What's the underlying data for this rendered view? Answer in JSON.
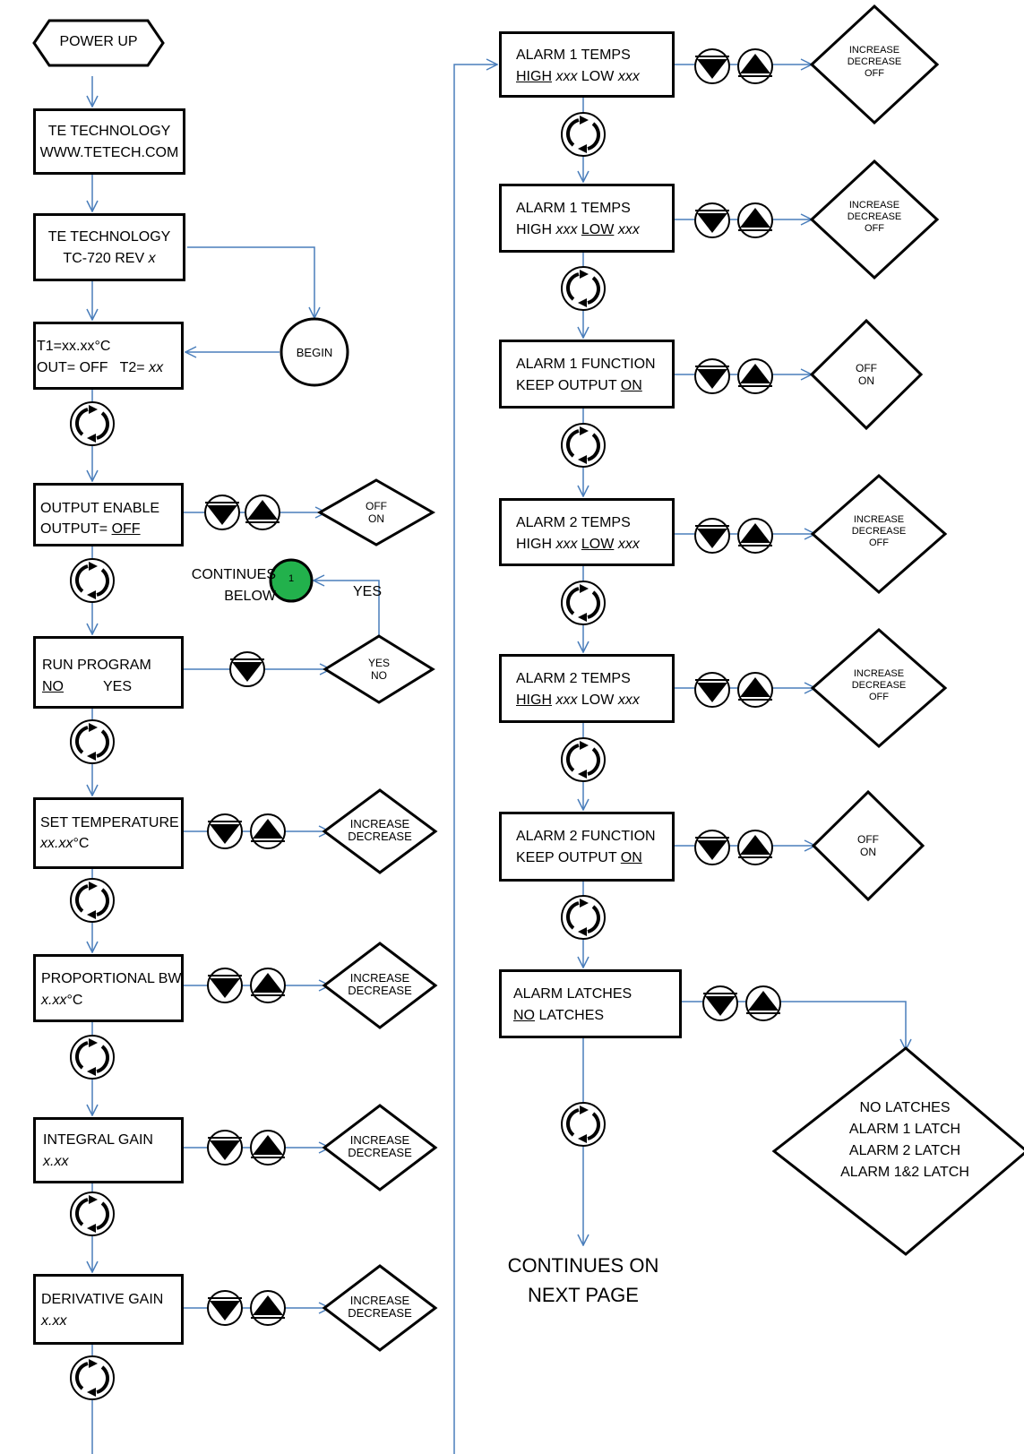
{
  "power_up": "POWER UP",
  "splash1": {
    "line1": "TE TECHNOLOGY",
    "line2": "WWW.TETECH.COM"
  },
  "splash2": {
    "line1": "TE TECHNOLOGY",
    "line2a": "TC-720 REV ",
    "line2b": "x"
  },
  "begin": "BEGIN",
  "status": {
    "line1": "T1=xx.xx°C",
    "line2a": "OUT= OFF   T2= ",
    "line2b": "xx"
  },
  "output_enable": {
    "line1": "OUTPUT ENABLE",
    "line2a": "OUTPUT= ",
    "line2b": "OFF",
    "options": [
      "OFF",
      "ON"
    ]
  },
  "continues_below": {
    "line1": "CONTINUES",
    "line2": "BELOW",
    "marker": "1",
    "yes": "YES"
  },
  "run_program": {
    "line1": "RUN PROGRAM",
    "no": "NO",
    "yes": "YES",
    "options": [
      "YES",
      "NO"
    ]
  },
  "set_temperature": {
    "line1": "SET TEMPERATURE",
    "value": "xx.xx",
    "unit": "°C",
    "options": [
      "INCREASE",
      "DECREASE"
    ]
  },
  "proportional_bw": {
    "line1": "PROPORTIONAL BW",
    "value": "x.xx",
    "unit": "°C",
    "options": [
      "INCREASE",
      "DECREASE"
    ]
  },
  "integral_gain": {
    "line1": "INTEGRAL GAIN",
    "value": "x.xx",
    "options": [
      "INCREASE",
      "DECREASE"
    ]
  },
  "derivative_gain": {
    "line1": "DERIVATIVE GAIN",
    "value": "x.xx",
    "options": [
      "INCREASE",
      "DECREASE"
    ]
  },
  "alarm1_high": {
    "line1": "ALARM 1 TEMPS",
    "high": "HIGH",
    "xxx": "xxx",
    "low": "LOW",
    "options": [
      "INCREASE",
      "DECREASE",
      "OFF"
    ]
  },
  "alarm1_low": {
    "line1": "ALARM 1 TEMPS",
    "high": "HIGH",
    "xxx": "xxx",
    "low": "LOW",
    "options": [
      "INCREASE",
      "DECREASE",
      "OFF"
    ]
  },
  "alarm1_function": {
    "line1": "ALARM 1 FUNCTION",
    "line2a": "KEEP OUTPUT ",
    "line2b": "ON",
    "options": [
      "OFF",
      "ON"
    ]
  },
  "alarm2_low": {
    "line1": "ALARM 2 TEMPS",
    "high": "HIGH",
    "xxx": "xxx",
    "low": "LOW",
    "options": [
      "INCREASE",
      "DECREASE",
      "OFF"
    ]
  },
  "alarm2_high": {
    "line1": "ALARM 2 TEMPS",
    "high": "HIGH",
    "xxx": "xxx",
    "low": "LOW",
    "options": [
      "INCREASE",
      "DECREASE",
      "OFF"
    ]
  },
  "alarm2_function": {
    "line1": "ALARM 2 FUNCTION",
    "line2a": "KEEP OUTPUT ",
    "line2b": "ON",
    "options": [
      "OFF",
      "ON"
    ]
  },
  "alarm_latches": {
    "line1": "ALARM LATCHES",
    "no": "NO",
    "rest": " LATCHES",
    "options": [
      "NO LATCHES",
      "ALARM 1 LATCH",
      "ALARM 2 LATCH",
      "ALARM 1&2 LATCH"
    ]
  },
  "continues_next": {
    "line1": "CONTINUES ON",
    "line2": "NEXT PAGE"
  },
  "colors": {
    "line": "#4a7ebb",
    "marker_fill": "#22b14c"
  }
}
